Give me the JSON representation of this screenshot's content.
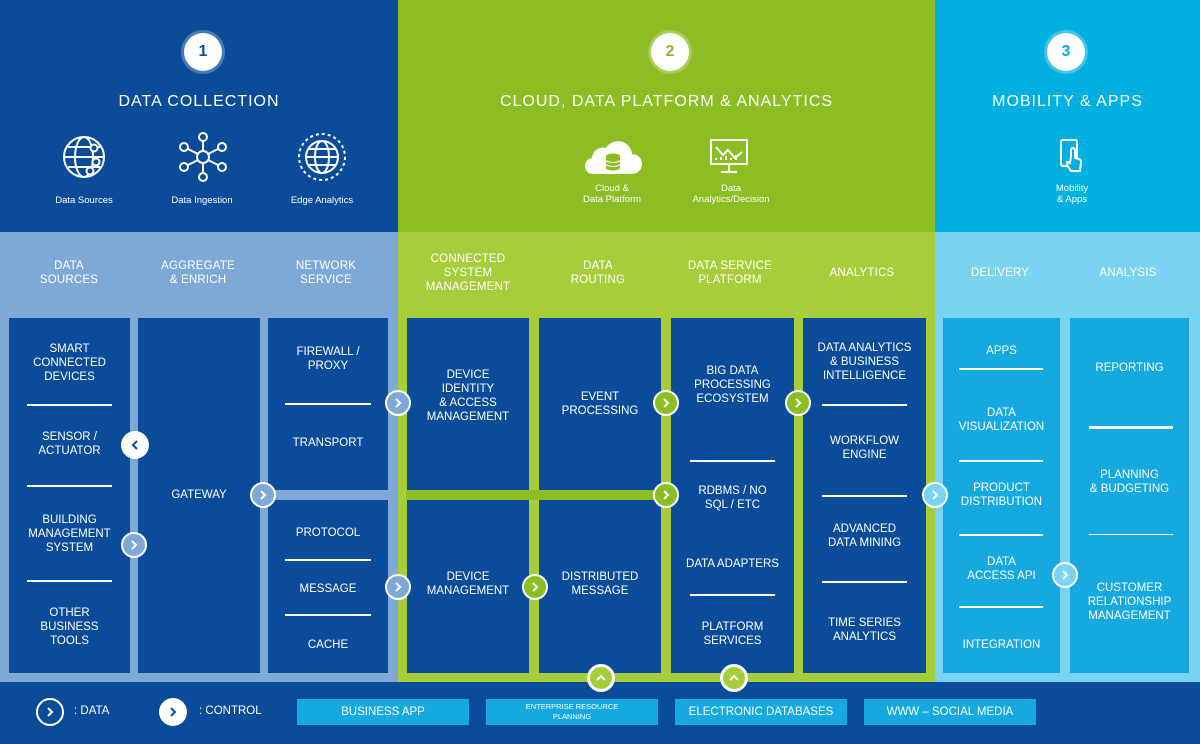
{
  "sections": [
    {
      "number": "1",
      "title": "DATA COLLECTION",
      "icons": [
        {
          "icon": "globe-network-icon",
          "label": "Data Sources"
        },
        {
          "icon": "network-nodes-icon",
          "label": "Data Ingestion"
        },
        {
          "icon": "globe-edge-icon",
          "label": "Edge Analytics"
        }
      ],
      "columns": [
        "DATA\nSOURCES",
        "AGGREGATE\n& ENRICH",
        "NETWORK\nSERVICE"
      ]
    },
    {
      "number": "2",
      "title": "CLOUD, DATA PLATFORM & ANALYTICS",
      "icons": [
        {
          "icon": "cloud-database-icon",
          "label": "Cloud &\nData Platform"
        },
        {
          "icon": "analytics-chart-icon",
          "label": "Data\nAnalytics/Decision"
        }
      ],
      "columns": [
        "CONNECTED\nSYSTEM\nMANAGEMENT",
        "DATA\nROUTING",
        "DATA SERVICE\nPLATFORM",
        "ANALYTICS"
      ]
    },
    {
      "number": "3",
      "title": "MOBILITY & APPS",
      "icons": [
        {
          "icon": "mobile-touch-icon",
          "label": "Mobility\n& Apps"
        }
      ],
      "columns": [
        "DELIVERY",
        "ANALYSIS"
      ]
    }
  ],
  "boxes": {
    "data_sources": [
      "SMART\nCONNECTED\nDEVICES",
      "SENSOR /\nACTUATOR",
      "BUILDING\nMANAGEMENT\nSYSTEM",
      "OTHER\nBUSINESS\nTOOLS"
    ],
    "gateway": "GATEWAY",
    "network_top": [
      "FIREWALL /\nPROXY",
      "TRANSPORT"
    ],
    "network_bottom": [
      "PROTOCOL",
      "MESSAGE",
      "CACHE"
    ],
    "device_identity": "DEVICE\nIDENTITY\n& ACCESS\nMANAGEMENT",
    "device_management": "DEVICE\nMANAGEMENT",
    "event_processing": "EVENT\nPROCESSING",
    "distributed_message": "DISTRIBUTED\nMESSAGE",
    "data_service": [
      "BIG DATA\nPROCESSING\nECOSYSTEM",
      "RDBMS / NO\nSQL / ETC",
      "DATA ADAPTERS",
      "PLATFORM\nSERVICES"
    ],
    "analytics": [
      "DATA ANALYTICS\n& BUSINESS\nINTELLIGENCE",
      "WORKFLOW\nENGINE",
      "ADVANCED\nDATA MINING",
      "TIME SERIES\nANALYTICS"
    ],
    "delivery": [
      "APPS",
      "DATA\nVISUALIZATION",
      "PRODUCT\nDISTRIBUTION",
      "DATA\nACCESS API",
      "INTEGRATION"
    ],
    "analysis": [
      "REPORTING",
      "PLANNING\n& BUDGETING",
      "CUSTOMER\nRELATIONSHIP\nMANAGEMENT"
    ]
  },
  "legend": {
    "data_label": ": DATA",
    "control_label": ": CONTROL"
  },
  "footer_sources": [
    "BUSINESS APP",
    "ENTERPRISE RESOURCE\nPLANNING",
    "ELECTRONIC DATABASES",
    "WWW – SOCIAL MEDIA"
  ],
  "colors": {
    "dark_blue": "#0b4c9a",
    "green": "#8cbd22",
    "light_blue": "#00b0e0",
    "pill_blue": "#16a9e0"
  }
}
